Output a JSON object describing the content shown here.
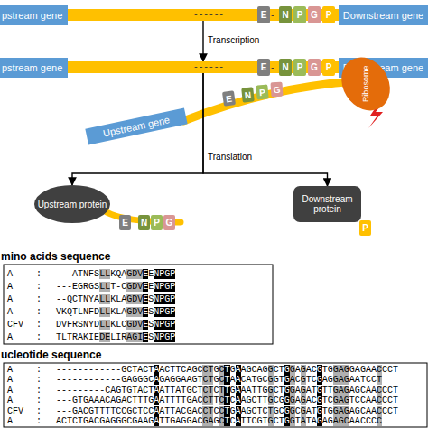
{
  "diagram": {
    "nodes": [
      {
        "text": [
          "pstream gene"
        ]
      },
      {
        "text": [
          "------"
        ]
      },
      {
        "text": [
          "E"
        ],
        "in": 1
      },
      {
        "text": [
          "N"
        ],
        "in": 1
      },
      {
        "text": [
          "P"
        ],
        "in": 1
      },
      {
        "text": [
          "G"
        ],
        "in": 1
      },
      {
        "text": [
          "P"
        ],
        "in": 1
      },
      {
        "text": [
          "Downstream gene"
        ]
      },
      {
        "text": [
          "pstream gene"
        ]
      },
      {
        "text": [
          "------"
        ]
      },
      {
        "text": [
          "E"
        ],
        "in": 9
      },
      {
        "text": [
          "N"
        ],
        "in": 9
      },
      {
        "text": [
          "P"
        ],
        "in": 9
      },
      {
        "text": [
          "G"
        ],
        "in": 9
      },
      {
        "text": [
          "P"
        ],
        "in": 9
      },
      {
        "text": [
          "Downstream gene"
        ]
      },
      {
        "text": [
          "Ribosome"
        ]
      },
      {
        "text": [
          "E"
        ]
      },
      {
        "text": [
          "N"
        ]
      },
      {
        "text": [
          "P"
        ]
      },
      {
        "text": [
          "G"
        ]
      },
      {
        "text": [
          "Upstream gene"
        ]
      },
      {
        "text": [
          "Upstream protein"
        ]
      },
      {
        "text": [
          "E"
        ]
      },
      {
        "text": [
          "N"
        ]
      },
      {
        "text": [
          "P"
        ]
      },
      {
        "text": [
          "G"
        ]
      },
      {
        "text": [
          "Downstream protein"
        ]
      },
      {
        "text": [
          "P"
        ]
      }
    ],
    "edges": [
      {
        "from": 1,
        "to": 9,
        "label": "Transcription",
        "arrow": "to"
      },
      {
        "from": 9,
        "to": 22,
        "label": "Translation",
        "arrow": "to"
      },
      {
        "from": 9,
        "to": 27,
        "arrow": "to"
      }
    ],
    "labels": [
      "-",
      "-",
      "mino acids sequence",
      "A",
      ":",
      "---ATNFSLLKQAGDVEENPGP",
      "A",
      ":",
      "---EGRGSLLT-CGDVEENPGP",
      "A",
      ":",
      "--QCTNYALLKLAGDVESNPGP",
      "A",
      ":",
      "VKQTLNFDLLKLAGDVESNPGP",
      "CFV",
      ":",
      "DVFRSNYDLLKLCGDVESNPGP",
      "A",
      ":",
      "TLTRAKIEDELIRAGIESNPGP",
      "ucleotide sequence",
      "A",
      ":",
      "------------GCTACTAACTTCAGCCTGCTGAAGCAGGCTGGAGACGTGGAGGAGAACCCT",
      "A",
      ":",
      "------------GAGGGCAGAGGAAGTCTGCTAACATGCGGTGACGTCGAGGAGAATCCT",
      "A",
      ":",
      "---------CAGTGTACTAATTATGCTCTCTTGAAATTGGCTGGAGATGTTGAGAGCAACCCT",
      "A",
      ":",
      "---GTGAAACAGACTTTGAATTTTGACCTTCTCAAGCTTGCGGGAGACGTCGAGTCCAACCCT",
      "CFV",
      ":",
      "---GACGTTTTCCGCTCCAATTACGACCTCCTGAAGCTCTGCGGCGATGTGGAGAGCAACCCT",
      "A",
      ":",
      "ACTCTGACGAGGGCGAAGATTGAGGACGAGCTCATTCGTGCTGGTATAGAGAGCAACCCC"
    ]
  }
}
